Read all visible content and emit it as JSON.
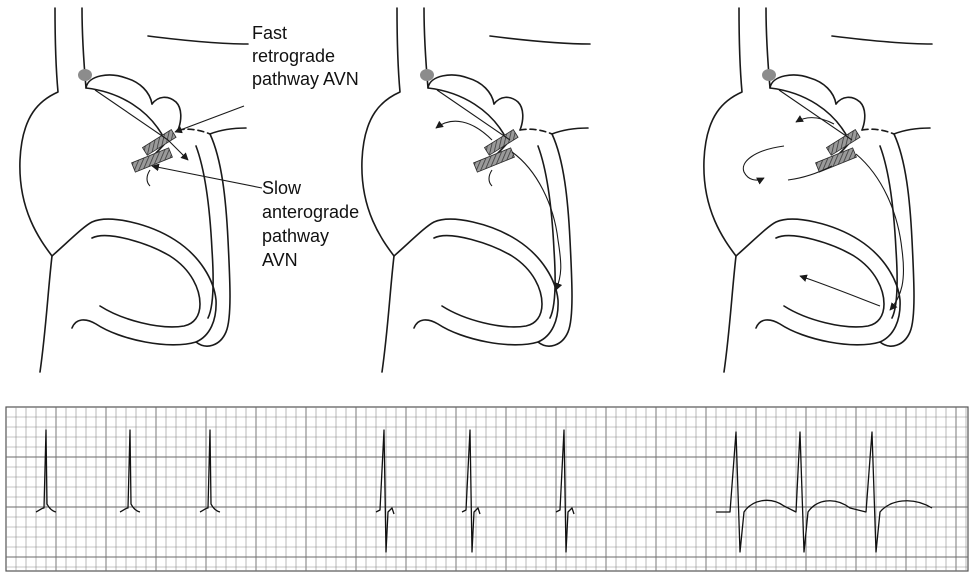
{
  "labels": {
    "fast_pathway": [
      "Fast",
      "retrograde",
      "pathway AVN"
    ],
    "slow_pathway": [
      "Slow",
      "anterograde",
      "pathway",
      "AVN"
    ]
  },
  "colors": {
    "ink": "#1a1a1a",
    "node": "#8c8c8c",
    "pathway_fill": "#6e6e6e",
    "ecg_grid": "#8a8a8a",
    "ecg_background": "#ffffff"
  }
}
